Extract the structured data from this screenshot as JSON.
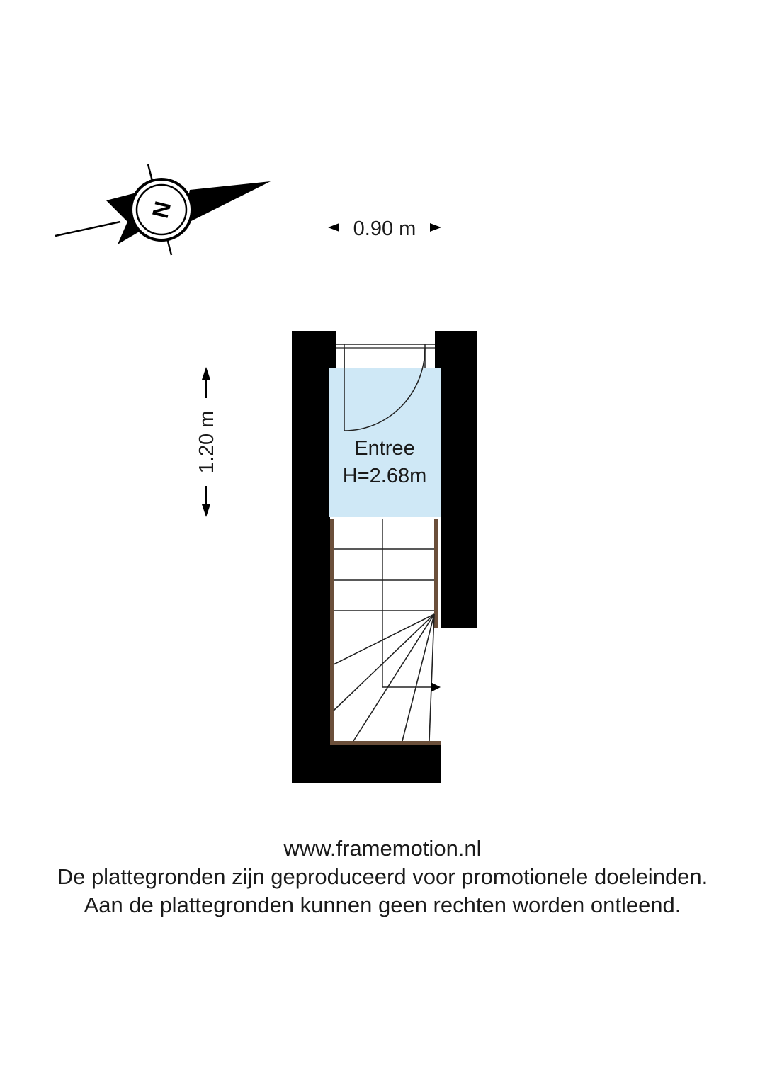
{
  "compass": {
    "letter": "N"
  },
  "dimensions": {
    "width_label": "0.90 m",
    "height_label": "1.20 m"
  },
  "room": {
    "name": "Entree",
    "height": "H=2.68m",
    "fill_color": "#cfe8f6"
  },
  "colors": {
    "wall": "#000000",
    "stair_stringer": "#6b4f3a"
  },
  "footer": {
    "website": "www.framemotion.nl",
    "disclaimer_1": "De plattegronden zijn geproduceerd voor promotionele doeleinden.",
    "disclaimer_2": "Aan de plattegronden kunnen geen rechten worden ontleend."
  }
}
